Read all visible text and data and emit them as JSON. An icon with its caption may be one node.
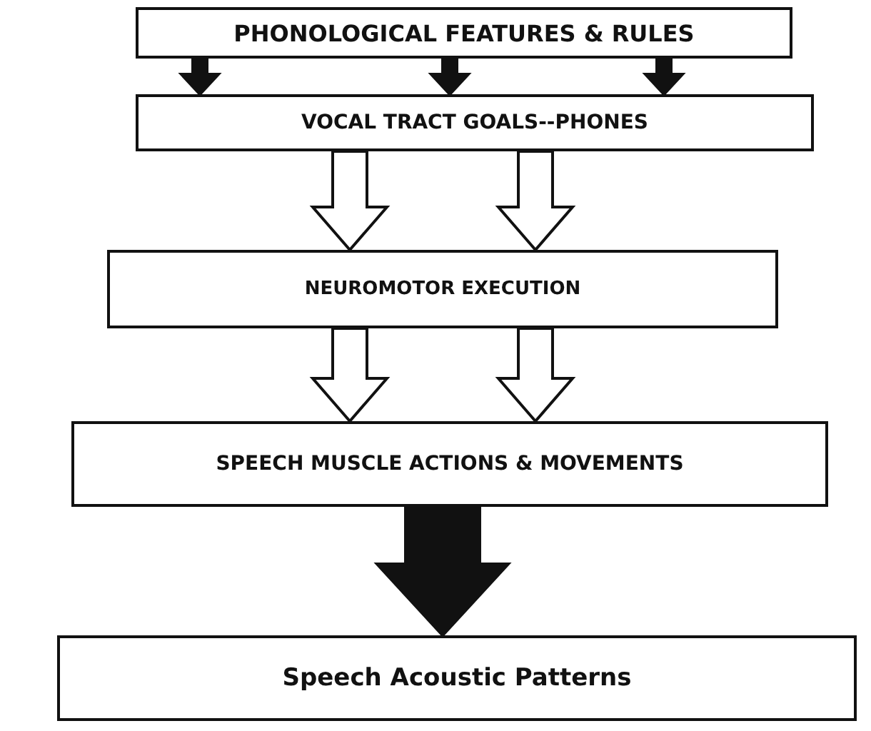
{
  "diagram": {
    "nodes": [
      {
        "text": [
          "PHONOLOGICAL FEATURES & RULES"
        ]
      },
      {
        "text": [
          "VOCAL TRACT GOALS--PHONES"
        ]
      },
      {
        "text": [
          "NEUROMOTOR EXECUTION"
        ]
      },
      {
        "text": [
          "SPEECH MUSCLE ACTIONS & MOVEMENTS"
        ]
      },
      {
        "text": [
          "Speech Acoustic Patterns"
        ]
      }
    ],
    "edges": [
      {
        "from": 0,
        "to": 1,
        "arrow": "to",
        "style": "thick"
      },
      {
        "from": 0,
        "to": 1,
        "arrow": "to",
        "style": "thick"
      },
      {
        "from": 0,
        "to": 1,
        "arrow": "to",
        "style": "thick"
      },
      {
        "from": 1,
        "to": 2,
        "arrow": "to"
      },
      {
        "from": 1,
        "to": 2,
        "arrow": "to"
      },
      {
        "from": 2,
        "to": 3,
        "arrow": "to"
      },
      {
        "from": 2,
        "to": 3,
        "arrow": "to"
      },
      {
        "from": 3,
        "to": 4,
        "arrow": "to",
        "style": "thick"
      }
    ]
  }
}
